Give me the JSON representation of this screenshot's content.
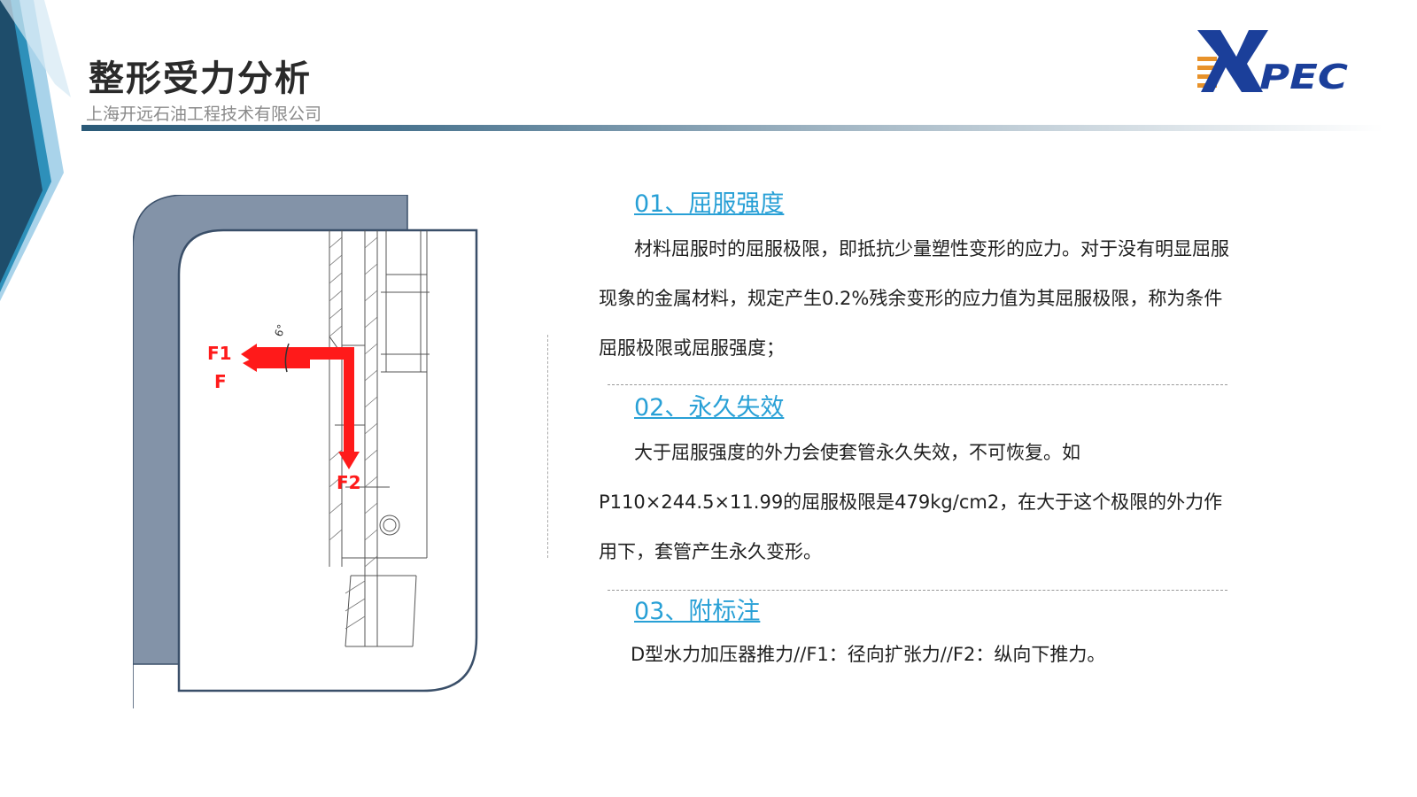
{
  "header": {
    "title": "整形受力分析",
    "subtitle": "上海开远石油工程技术有限公司",
    "logo_text": "PEC"
  },
  "figure": {
    "labels": {
      "f1": "F1",
      "f": "F",
      "f2": "F2",
      "angle": "6°"
    },
    "colors": {
      "frame_fill": "#8393a8",
      "frame_border": "#3a4f69",
      "force_arrow": "#ff1a1a"
    }
  },
  "sections": [
    {
      "heading": "01、屈服强度",
      "text": "材料屈服时的屈服极限，即抵抗少量塑性变形的应力。对于没有明显屈服现象的金属材料，规定产生0.2%残余变形的应力值为其屈服极限，称为条件屈服极限或屈服强度；"
    },
    {
      "heading": "02、永久失效",
      "text": "大于屈服强度的外力会使套管永久失效，不可恢复。如P110×244.5×11.99的屈服极限是479kg/cm2，在大于这个极限的外力作用下，套管产生永久变形。"
    },
    {
      "heading": "03、附标注",
      "text": "D型水力加压器推力//F1：径向扩张力//F2：纵向下推力。"
    }
  ],
  "colors": {
    "heading_blue": "#28a0d6",
    "brand_dark_blue": "#1e4d6b",
    "logo_orange": "#e8922a",
    "logo_blue": "#1b3f9a"
  }
}
